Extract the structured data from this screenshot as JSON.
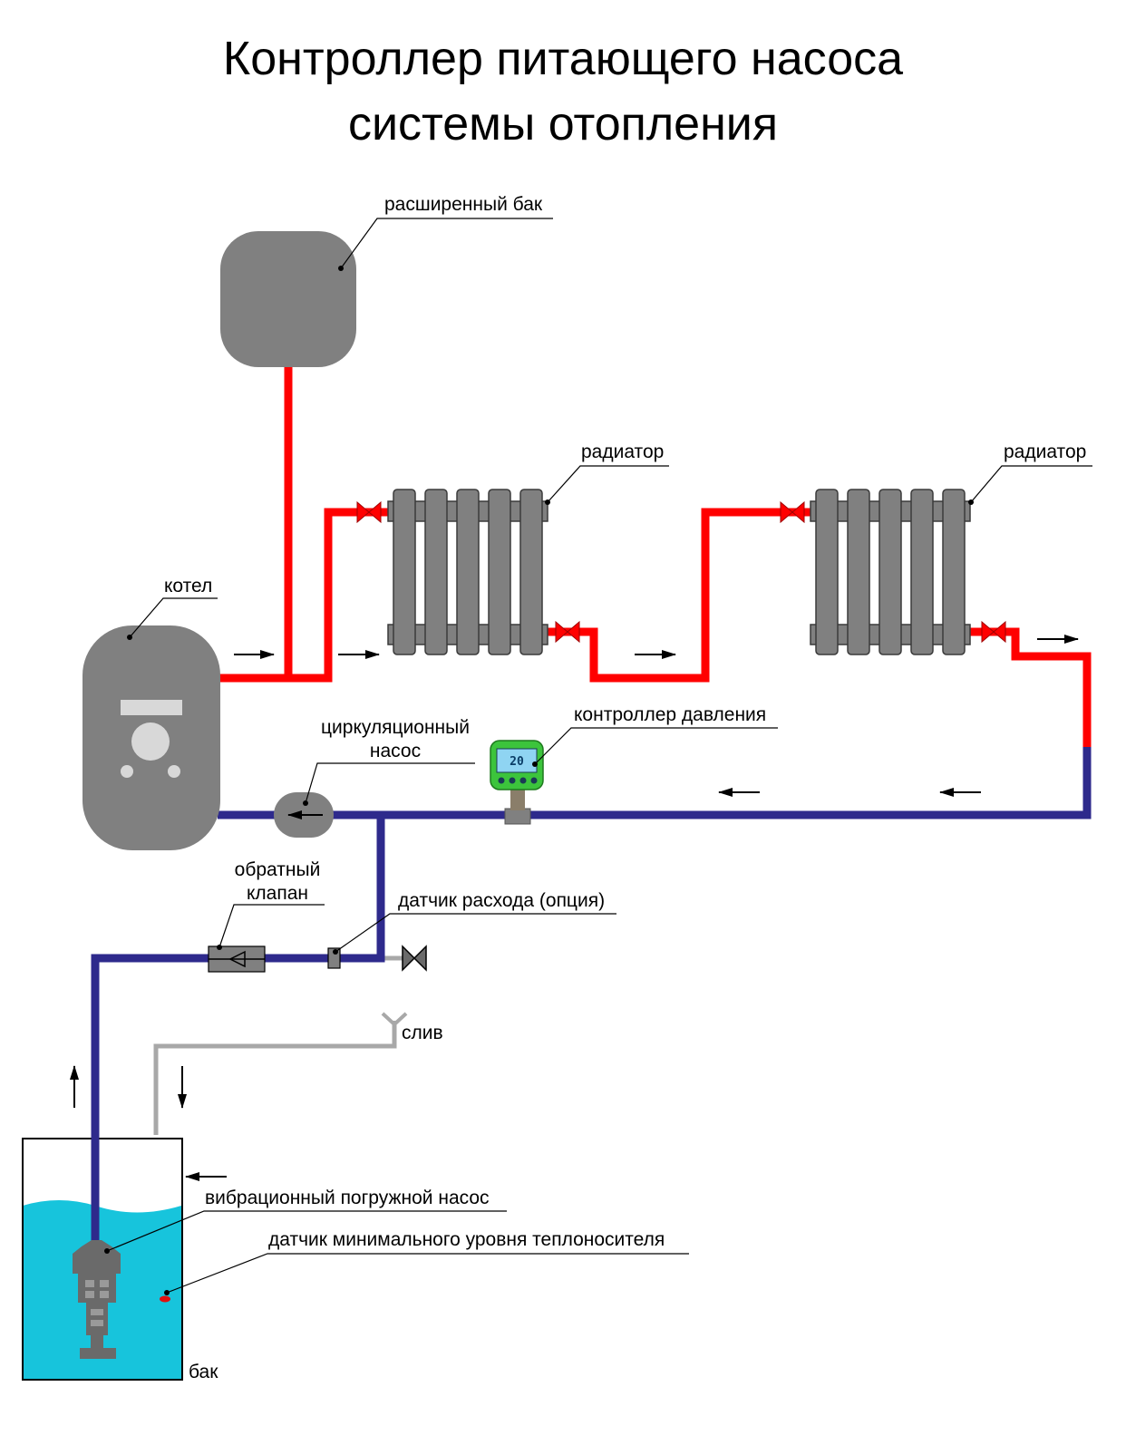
{
  "title": {
    "line1": "Контроллер питающего насоса",
    "line2": "системы отопления"
  },
  "labels": {
    "expansion_tank": "расширенный бак",
    "radiator_1": "радиатор",
    "radiator_2": "радиатор",
    "boiler": "котел",
    "circulation_pump_line1": "циркуляционный",
    "circulation_pump_line2": "насос",
    "pressure_controller": "контроллер давления",
    "check_valve_line1": "обратный",
    "check_valve_line2": "клапан",
    "flow_sensor": "датчик расхода (опция)",
    "drain": "слив",
    "submersible_pump": "вибрационный погружной насос",
    "min_level_sensor": "датчик минимального уровня теплоносителя",
    "tank": "бак"
  },
  "controller_display": {
    "value": "20"
  },
  "colors": {
    "supply_pipe": "#ff0000",
    "return_pipe": "#2e2a8c",
    "drain_pipe": "#a8a8a8",
    "equipment": "#808080",
    "water": "#17c4dc",
    "controller_body": "#3cc43c",
    "controller_screen": "#8fd4f2"
  }
}
